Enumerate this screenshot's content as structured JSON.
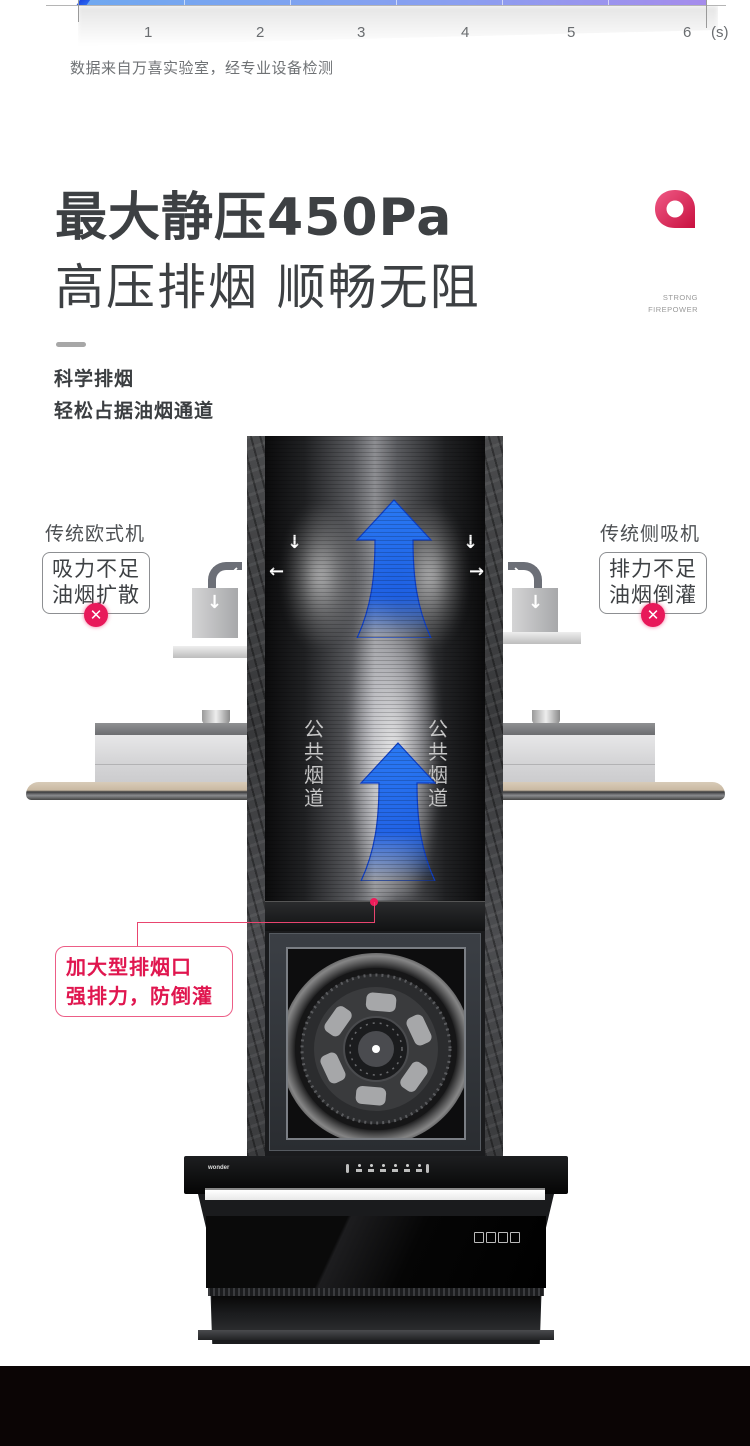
{
  "chart_strip": {
    "ticks": [
      "1",
      "2",
      "3",
      "4",
      "5",
      "6"
    ],
    "unit": "(s)",
    "note": "数据来自万喜实验室，经专业设备检测",
    "colors": {
      "bar_start": "#6fa8f0",
      "bar_end": "#a58cec",
      "line": "#1a44e0"
    }
  },
  "heading": {
    "title": "最大静压450Pa",
    "subtitle": "高压排烟 顺畅无阻",
    "badge_text": [
      "STRONG",
      "FIREPOWER"
    ],
    "brand_color": "#e0245e"
  },
  "intro": {
    "line1": "科学排烟",
    "line2": "轻松占据油烟通道"
  },
  "shaft": {
    "left_label": [
      "公",
      "共",
      "烟",
      "道"
    ],
    "right_label": [
      "公",
      "共",
      "烟",
      "道"
    ],
    "arrow_color": "#1f6cf0"
  },
  "left_case": {
    "title": "传统欧式机",
    "problem": [
      "吸力不足",
      "油烟扩散"
    ],
    "badge": "✕"
  },
  "right_case": {
    "title": "传统侧吸机",
    "problem": [
      "排力不足",
      "油烟倒灌"
    ],
    "badge": "✕"
  },
  "callout": {
    "line1": "加大型排烟口",
    "line2": "强排力，防倒灌",
    "color": "#e0164f"
  },
  "product": {
    "brand": "wonder"
  }
}
